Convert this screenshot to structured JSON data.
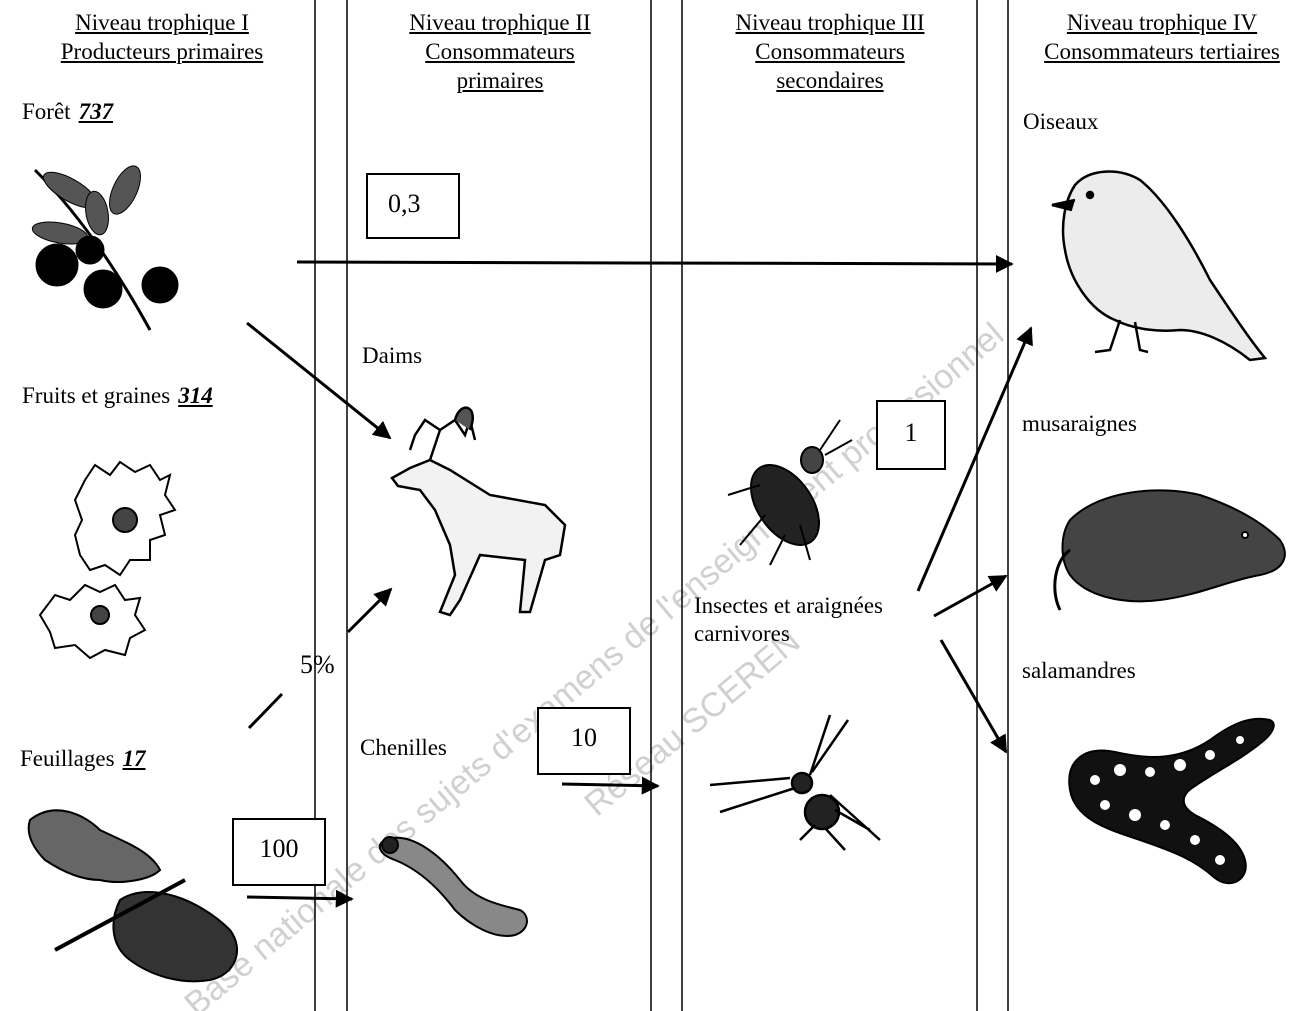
{
  "headers": [
    {
      "line1": "Niveau trophique I",
      "line2": "Producteurs primaires",
      "line3": ""
    },
    {
      "line1": "Niveau trophique II",
      "line2": "Consommateurs",
      "line3": "primaires"
    },
    {
      "line1": "Niveau trophique III",
      "line2": "Consommateurs",
      "line3": "secondaires"
    },
    {
      "line1": "Niveau trophique IV",
      "line2": "Consommateurs tertiaires",
      "line3": ""
    }
  ],
  "producers": [
    {
      "label": "Forêt",
      "value": "737"
    },
    {
      "label": "Fruits et graines",
      "value": "314"
    },
    {
      "label": "Feuillages",
      "value": "17"
    }
  ],
  "primary_consumers": {
    "daims": "Daims",
    "chenilles": "Chenilles"
  },
  "secondary_consumers": {
    "label_line1": "Insectes et araignées",
    "label_line2": "carnivores"
  },
  "tertiary_consumers": {
    "oiseaux": "Oiseaux",
    "musaraignes": "musaraignes",
    "salamandres": "salamandres"
  },
  "flow_values": {
    "forest_to_birds": "0,3",
    "insects": "1",
    "leaves_to_caterpillars": "100",
    "caterpillars_to_insects": "10",
    "percent": "5%"
  },
  "watermark": {
    "line1": "Base nationale des sujets d'examens de l'enseignement professionnel",
    "line2": "Réseau SCEREN"
  }
}
